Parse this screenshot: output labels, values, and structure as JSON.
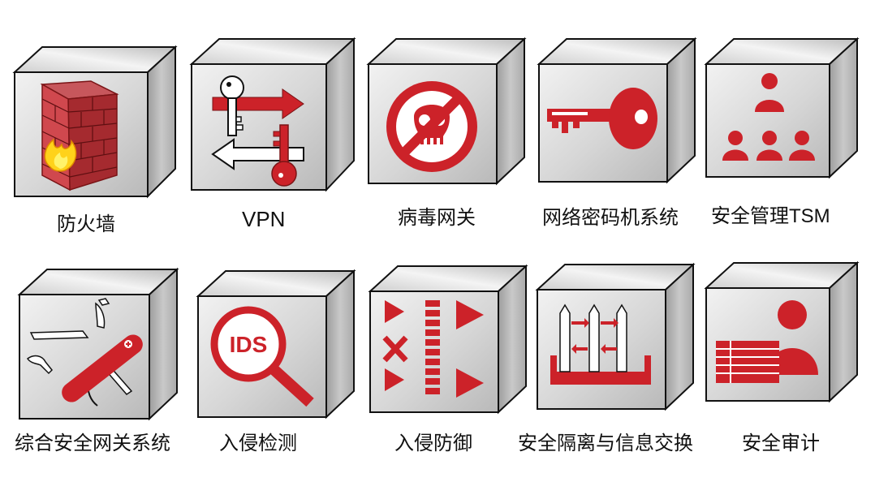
{
  "colors": {
    "accent_red": "#cc2229",
    "cube_top": "#e4e4e4",
    "cube_side": "#bdbdbd",
    "outline": "#111111"
  },
  "items": [
    {
      "label": "防火墙",
      "icon": "firewall-icon"
    },
    {
      "label": "VPN",
      "icon": "vpn-keys-icon"
    },
    {
      "label": "病毒网关",
      "icon": "virus-gateway-icon"
    },
    {
      "label": "网络密码机系统",
      "icon": "key-icon"
    },
    {
      "label": "安全管理TSM",
      "icon": "users-hierarchy-icon"
    },
    {
      "label": "综合安全网关系统",
      "icon": "swiss-knife-icon"
    },
    {
      "label": "入侵检测",
      "icon": "ids-magnifier-icon"
    },
    {
      "label": "入侵防御",
      "icon": "intrusion-prevention-icon"
    },
    {
      "label": "安全隔离与信息交换",
      "icon": "isolation-exchange-icon"
    },
    {
      "label": "安全审计",
      "icon": "audit-icon"
    }
  ]
}
